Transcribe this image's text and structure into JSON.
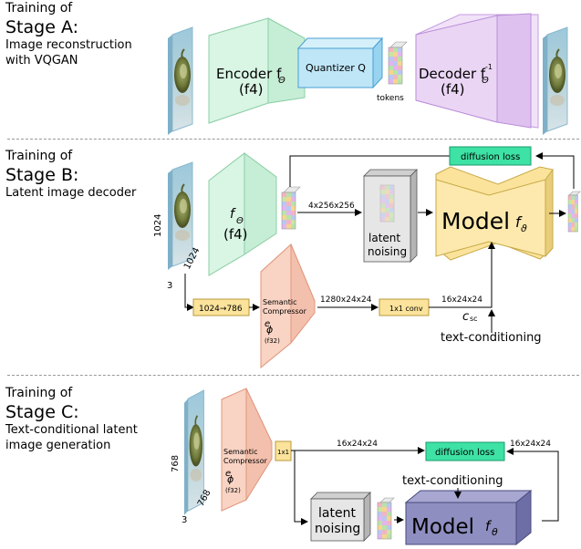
{
  "stage_a": {
    "heading": "Training of",
    "stage": "Stage A:",
    "desc_1": "Image reconstruction",
    "desc_2": "with VQGAN",
    "encoder_label": "Encoder f",
    "encoder_sub": "Θ",
    "encoder_scale": "(f4)",
    "quantizer_label": "Quantizer Q",
    "tokens_label": "tokens",
    "decoder_label": "Decoder f",
    "decoder_sub": "Θ",
    "decoder_sup": "-1",
    "decoder_scale": "(f4)"
  },
  "stage_b": {
    "heading": "Training of",
    "stage": "Stage B:",
    "desc_1": "Latent image decoder",
    "image_height": "1024",
    "image_width": "1024",
    "image_channels": "3",
    "encoder_label": "f",
    "encoder_sub": "Θ",
    "encoder_scale": "(f4)",
    "latent_dims": "4x256x256",
    "noising_label_1": "latent",
    "noising_label_2": "noising",
    "model_label": "Model",
    "model_f": "f",
    "model_sub": "ϑ",
    "loss_label": "diffusion loss",
    "resize_label": "1024→786",
    "compressor_1": "Semantic",
    "compressor_2": "Compressor",
    "compressor_e": "e",
    "compressor_sub": "ϕ",
    "compressor_scale": "(f32)",
    "semantic_dims": "1280x24x24",
    "conv_label": "1x1 conv",
    "cond_dims": "16x24x24",
    "csc_c": "c",
    "csc_sub": "sc",
    "text_cond": "text-conditioning"
  },
  "stage_c": {
    "heading": "Training of",
    "stage": "Stage C:",
    "desc_1": "Text-conditional latent",
    "desc_2": "image generation",
    "image_height": "768",
    "image_width": "768",
    "image_channels": "3",
    "compressor_1": "Semantic",
    "compressor_2": "Compressor",
    "compressor_e": "e",
    "compressor_sub": "ϕ",
    "compressor_scale": "(f32)",
    "conv_label": "1x1",
    "dims_left": "16x24x24",
    "dims_right": "16x24x24",
    "loss_label": "diffusion loss",
    "text_cond": "text-conditioning",
    "noising_label_1": "latent",
    "noising_label_2": "noising",
    "model_label": "Model",
    "model_f": "f",
    "model_sub": "θ"
  },
  "colors": {
    "encoder_green": "#d9f5e4",
    "quantizer_blue": "#bfe6f7",
    "decoder_purple": "#ead5f4",
    "model_yellow": "#fbe6a5",
    "loss_teal": "#3de2a4",
    "compressor_salmon": "#f9d3c3",
    "conv_yellow": "#fbe39b",
    "noising_gray": "#e6e6e6",
    "model_c_purple": "#8e8ec0"
  }
}
